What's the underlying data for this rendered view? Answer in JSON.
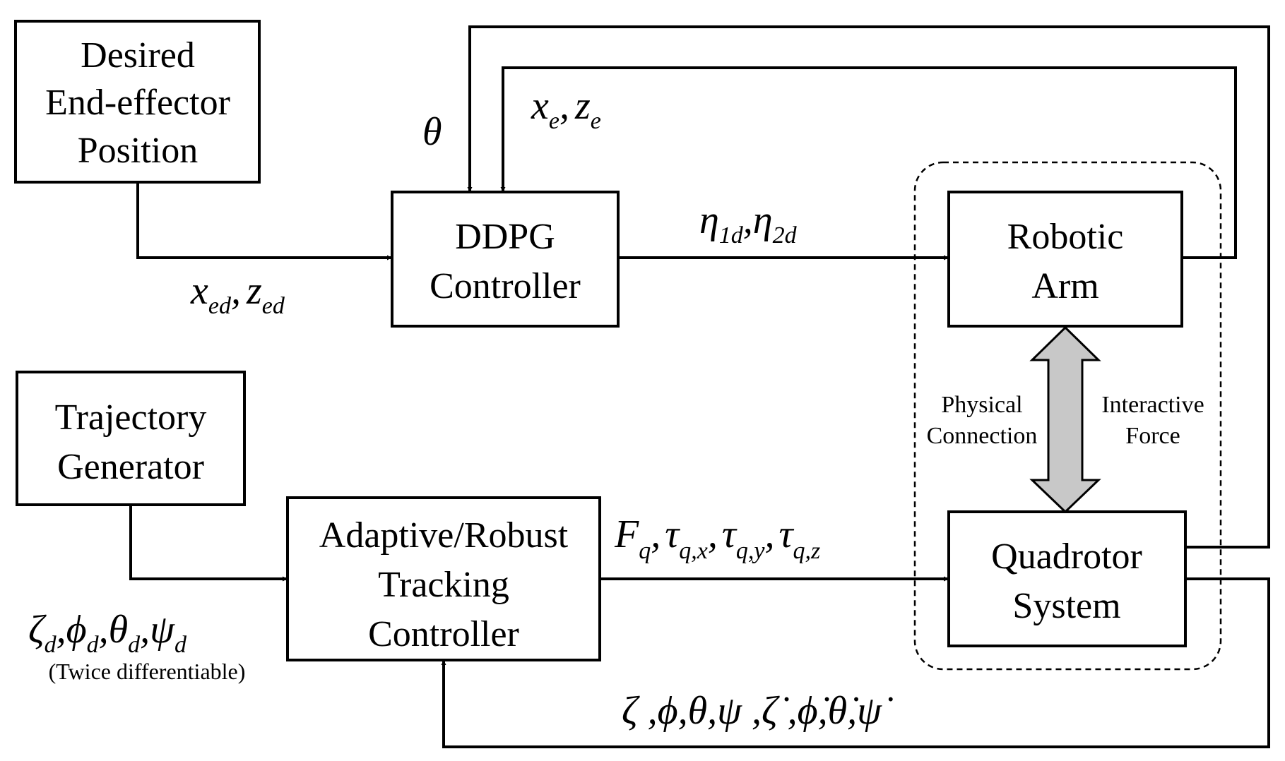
{
  "blocks": {
    "desired": [
      "Desired",
      "End-effector",
      "Position"
    ],
    "ddpg": [
      "DDPG",
      "Controller"
    ],
    "arm": [
      "Robotic",
      "Arm"
    ],
    "traj": [
      "Trajectory",
      "Generator"
    ],
    "tracking": [
      "Adaptive/Robust",
      "Tracking",
      "Controller"
    ],
    "quad": [
      "Quadrotor",
      "System"
    ]
  },
  "coupling": {
    "left": [
      "Physical",
      "Connection"
    ],
    "right": [
      "Interactive",
      "Force"
    ]
  },
  "signals": {
    "theta": "θ",
    "xe": "x",
    "xe_sub": "e",
    "comma": ",",
    "ze": "z",
    "ze_sub": "e",
    "eta": "η",
    "eta1_sub": "1d",
    "eta2_sub": "2d",
    "xed": "x",
    "xed_sub": "ed",
    "zed": "z",
    "zed_sub": "ed",
    "F": "F",
    "F_sub": "q",
    "tau": "τ",
    "tau_x_sub": "q,x",
    "tau_y_sub": "q,y",
    "tau_z_sub": "q,z",
    "ref_zeta": "ζ",
    "ref_phi": "ϕ",
    "ref_theta": "θ",
    "ref_psi": "ψ",
    "ref_sub": "d",
    "twice": "(Twice differentiable)",
    "feedback": "ζ ,ϕ,θ,ψ ,ζ̇ ,ϕ̇,θ̇,ψ̇"
  }
}
